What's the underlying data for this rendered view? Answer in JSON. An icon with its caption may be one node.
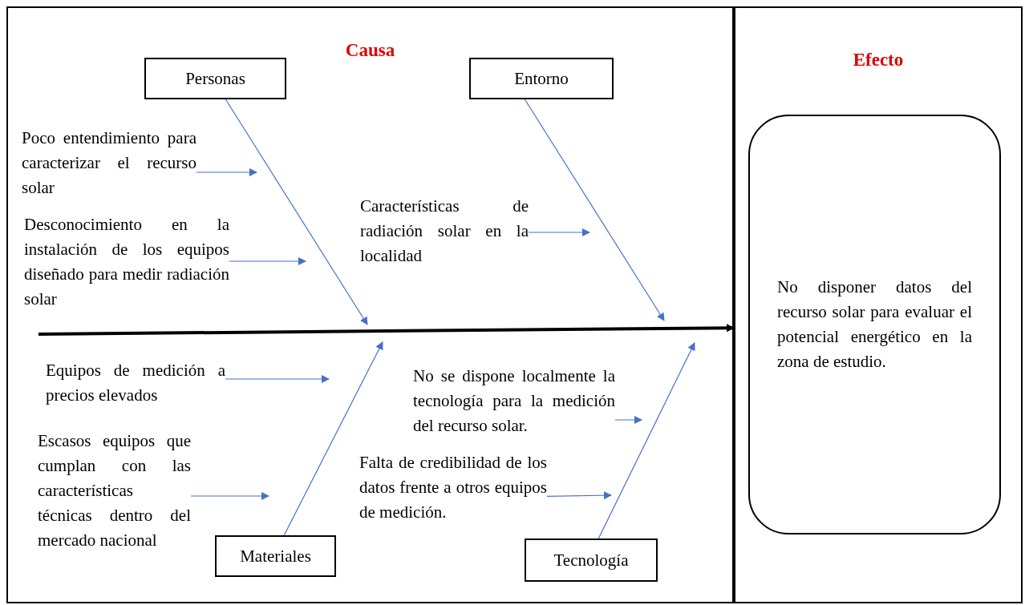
{
  "diagram": {
    "nodes": [
      {
        "text": [
          "Causa"
        ]
      },
      {
        "text": [
          "Personas"
        ],
        "in": 0
      },
      {
        "text": [
          "Entorno"
        ],
        "in": 0
      },
      {
        "text": [
          "Poco entendimiento para caracterizar el recurso solar"
        ],
        "in": 0
      },
      {
        "text": [
          "Características de radiación solar en la localidad"
        ],
        "in": 0
      },
      {
        "text": [
          "Desconocimiento en la instalación de los equipos diseñado para medir radiación solar"
        ],
        "in": 0
      },
      {
        "text": [
          "Equipos de medición a precios elevados"
        ],
        "in": 0
      },
      {
        "text": [
          "No se dispone localmente la tecnología para la medición del recurso solar."
        ],
        "in": 0
      },
      {
        "text": [
          "Escasos equipos que cumplan con las características técnicas dentro del mercado nacional"
        ],
        "in": 0
      },
      {
        "text": [
          "Falta de credibilidad de los datos frente a otros equipos de medición."
        ],
        "in": 0
      },
      {
        "text": [
          "Materiales"
        ],
        "in": 0
      },
      {
        "text": [
          "Tecnología"
        ],
        "in": 0
      },
      {
        "text": [
          "Efecto"
        ]
      },
      {
        "text": [
          "No disponer datos del recurso solar para evaluar el potencial energético en la zona de estudio."
        ],
        "in": 12
      }
    ],
    "edges": [
      {
        "from": null,
        "to": 12,
        "arrow": "to",
        "style": "thick",
        "color": "#000000"
      },
      {
        "from": 1,
        "to": null,
        "arrow": "to"
      },
      {
        "from": 2,
        "to": null,
        "arrow": "to"
      },
      {
        "from": 10,
        "to": null,
        "arrow": "to"
      },
      {
        "from": 11,
        "to": null,
        "arrow": "to"
      },
      {
        "from": 3,
        "to": null,
        "arrow": "to"
      },
      {
        "from": 5,
        "to": null,
        "arrow": "to"
      },
      {
        "from": 4,
        "to": null,
        "arrow": "to"
      },
      {
        "from": 6,
        "to": null,
        "arrow": "to"
      },
      {
        "from": 8,
        "to": null,
        "arrow": "to"
      },
      {
        "from": 7,
        "to": null,
        "arrow": "to"
      },
      {
        "from": 9,
        "to": null,
        "arrow": "to"
      }
    ]
  }
}
